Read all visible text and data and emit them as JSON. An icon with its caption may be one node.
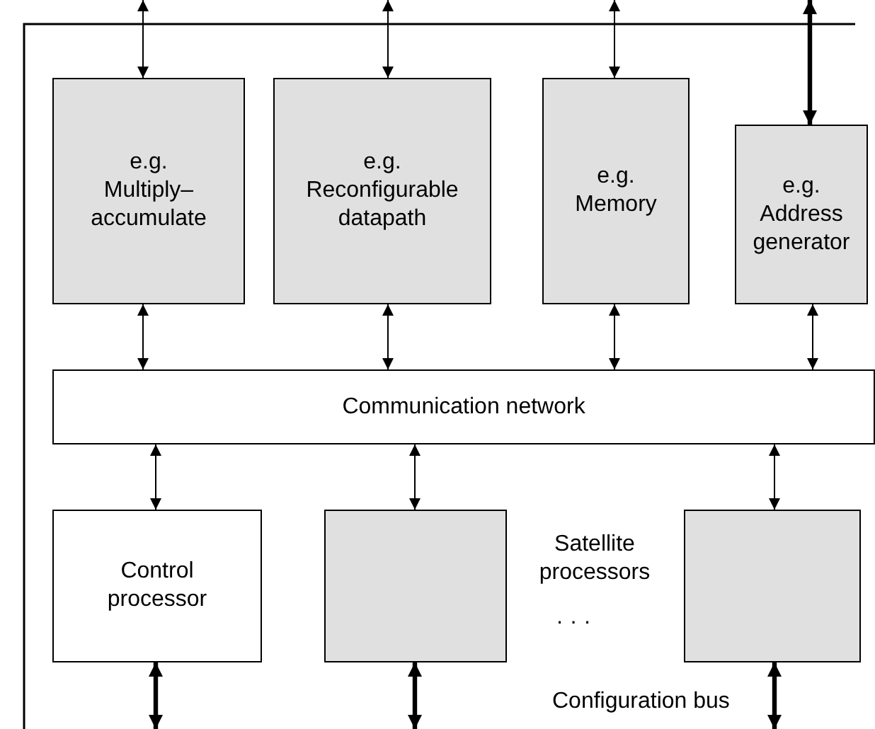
{
  "diagram": {
    "nodes": [
      {
        "text": [
          "e.g. Multiply– accumulate"
        ]
      },
      {
        "text": [
          "e.g. Reconfigurable datapath"
        ]
      },
      {
        "text": [
          "e.g. Memory"
        ]
      },
      {
        "text": [
          "e.g. Address generator"
        ]
      },
      {
        "text": [
          "Communication network"
        ]
      },
      {
        "text": [
          "Control processor"
        ]
      },
      {
        "text": [],
        "shape": "box"
      },
      {
        "text": [],
        "shape": "box"
      }
    ],
    "edges": [
      {
        "from": null,
        "to": 0,
        "arrow": "both"
      },
      {
        "from": null,
        "to": 1,
        "arrow": "both"
      },
      {
        "from": null,
        "to": 2,
        "arrow": "both"
      },
      {
        "from": null,
        "to": 3,
        "arrow": "both",
        "style": "thick"
      },
      {
        "from": 0,
        "to": 4,
        "arrow": "both"
      },
      {
        "from": 1,
        "to": 4,
        "arrow": "both"
      },
      {
        "from": 2,
        "to": 4,
        "arrow": "both"
      },
      {
        "from": 3,
        "to": 4,
        "arrow": "both"
      },
      {
        "from": 4,
        "to": 5,
        "arrow": "both"
      },
      {
        "from": 4,
        "to": 6,
        "arrow": "both"
      },
      {
        "from": 4,
        "to": 7,
        "arrow": "both"
      },
      {
        "from": 5,
        "to": null,
        "arrow": "both",
        "style": "thick"
      },
      {
        "from": 6,
        "to": null,
        "arrow": "both",
        "style": "thick"
      },
      {
        "from": 7,
        "to": null,
        "arrow": "both",
        "style": "thick"
      }
    ],
    "labels": [
      "Satellite processors",
      "· · ·",
      "Configuration bus"
    ]
  }
}
